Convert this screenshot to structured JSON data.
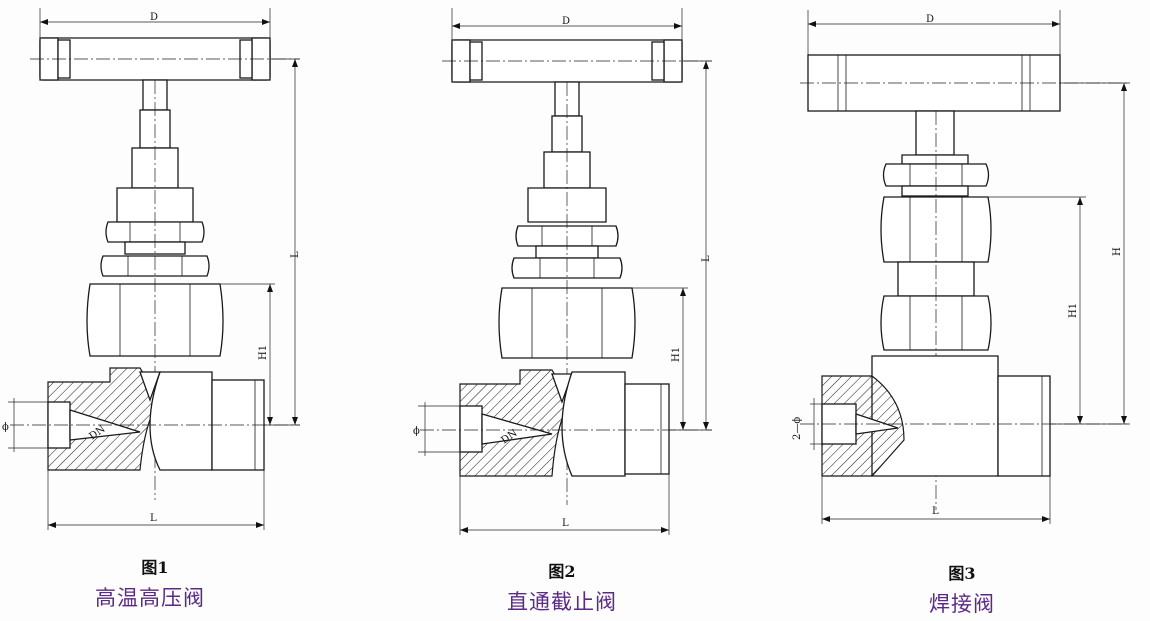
{
  "figures": [
    {
      "label": "图1",
      "title": "高温高压阀",
      "dims": {
        "D": "D",
        "L_side": "L",
        "H1": "H1",
        "phi": "ϕ",
        "DN": "DN",
        "L_bottom": "L"
      }
    },
    {
      "label": "图2",
      "title": "直通截止阀",
      "dims": {
        "D": "D",
        "L_side": "L",
        "H1": "H1",
        "phi": "ϕ",
        "DN": "DN",
        "L_bottom": "L"
      }
    },
    {
      "label": "图3",
      "title": "焊接阀",
      "dims": {
        "D": "D",
        "H": "H",
        "H1": "H1",
        "phi": "2—ϕ",
        "L_bottom": "L"
      }
    }
  ],
  "colors": {
    "line": "#1a1a1a",
    "title": "#5b2a86"
  }
}
